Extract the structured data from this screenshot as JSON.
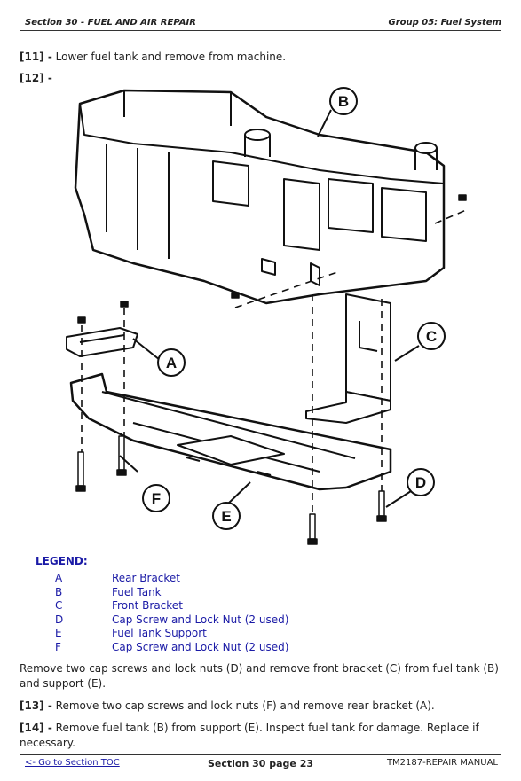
{
  "header": {
    "section": "Section 30 - FUEL AND AIR REPAIR",
    "group": "Group 05: Fuel System"
  },
  "steps": {
    "s11_num": "[11] -",
    "s11_text": "Lower fuel tank and remove from machine.",
    "s12_num": "[12] -"
  },
  "figure": {
    "callouts": [
      "A",
      "B",
      "C",
      "D",
      "E",
      "F"
    ]
  },
  "legend": {
    "title": "LEGEND:",
    "items": [
      {
        "key": "A",
        "label": "Rear Bracket"
      },
      {
        "key": "B",
        "label": "Fuel Tank"
      },
      {
        "key": "C",
        "label": "Front Bracket"
      },
      {
        "key": "D",
        "label": "Cap Screw and Lock Nut (2 used)"
      },
      {
        "key": "E",
        "label": "Fuel Tank Support"
      },
      {
        "key": "F",
        "label": "Cap Screw and Lock Nut (2 used)"
      }
    ]
  },
  "body": {
    "remove_text": "Remove two cap screws and lock nuts (D) and remove front bracket (C) from fuel tank (B) and support (E).",
    "s13_num": "[13] -",
    "s13_text": "Remove two cap screws and lock nuts (F) and remove rear bracket (A).",
    "s14_num": "[14] -",
    "s14_text": "Remove fuel tank (B) from support (E). Inspect fuel tank for damage. Replace if necessary."
  },
  "footer": {
    "toc_link": "<- Go to Section TOC",
    "page": "Section 30 page 23",
    "manual": "TM2187-REPAIR MANUAL"
  }
}
